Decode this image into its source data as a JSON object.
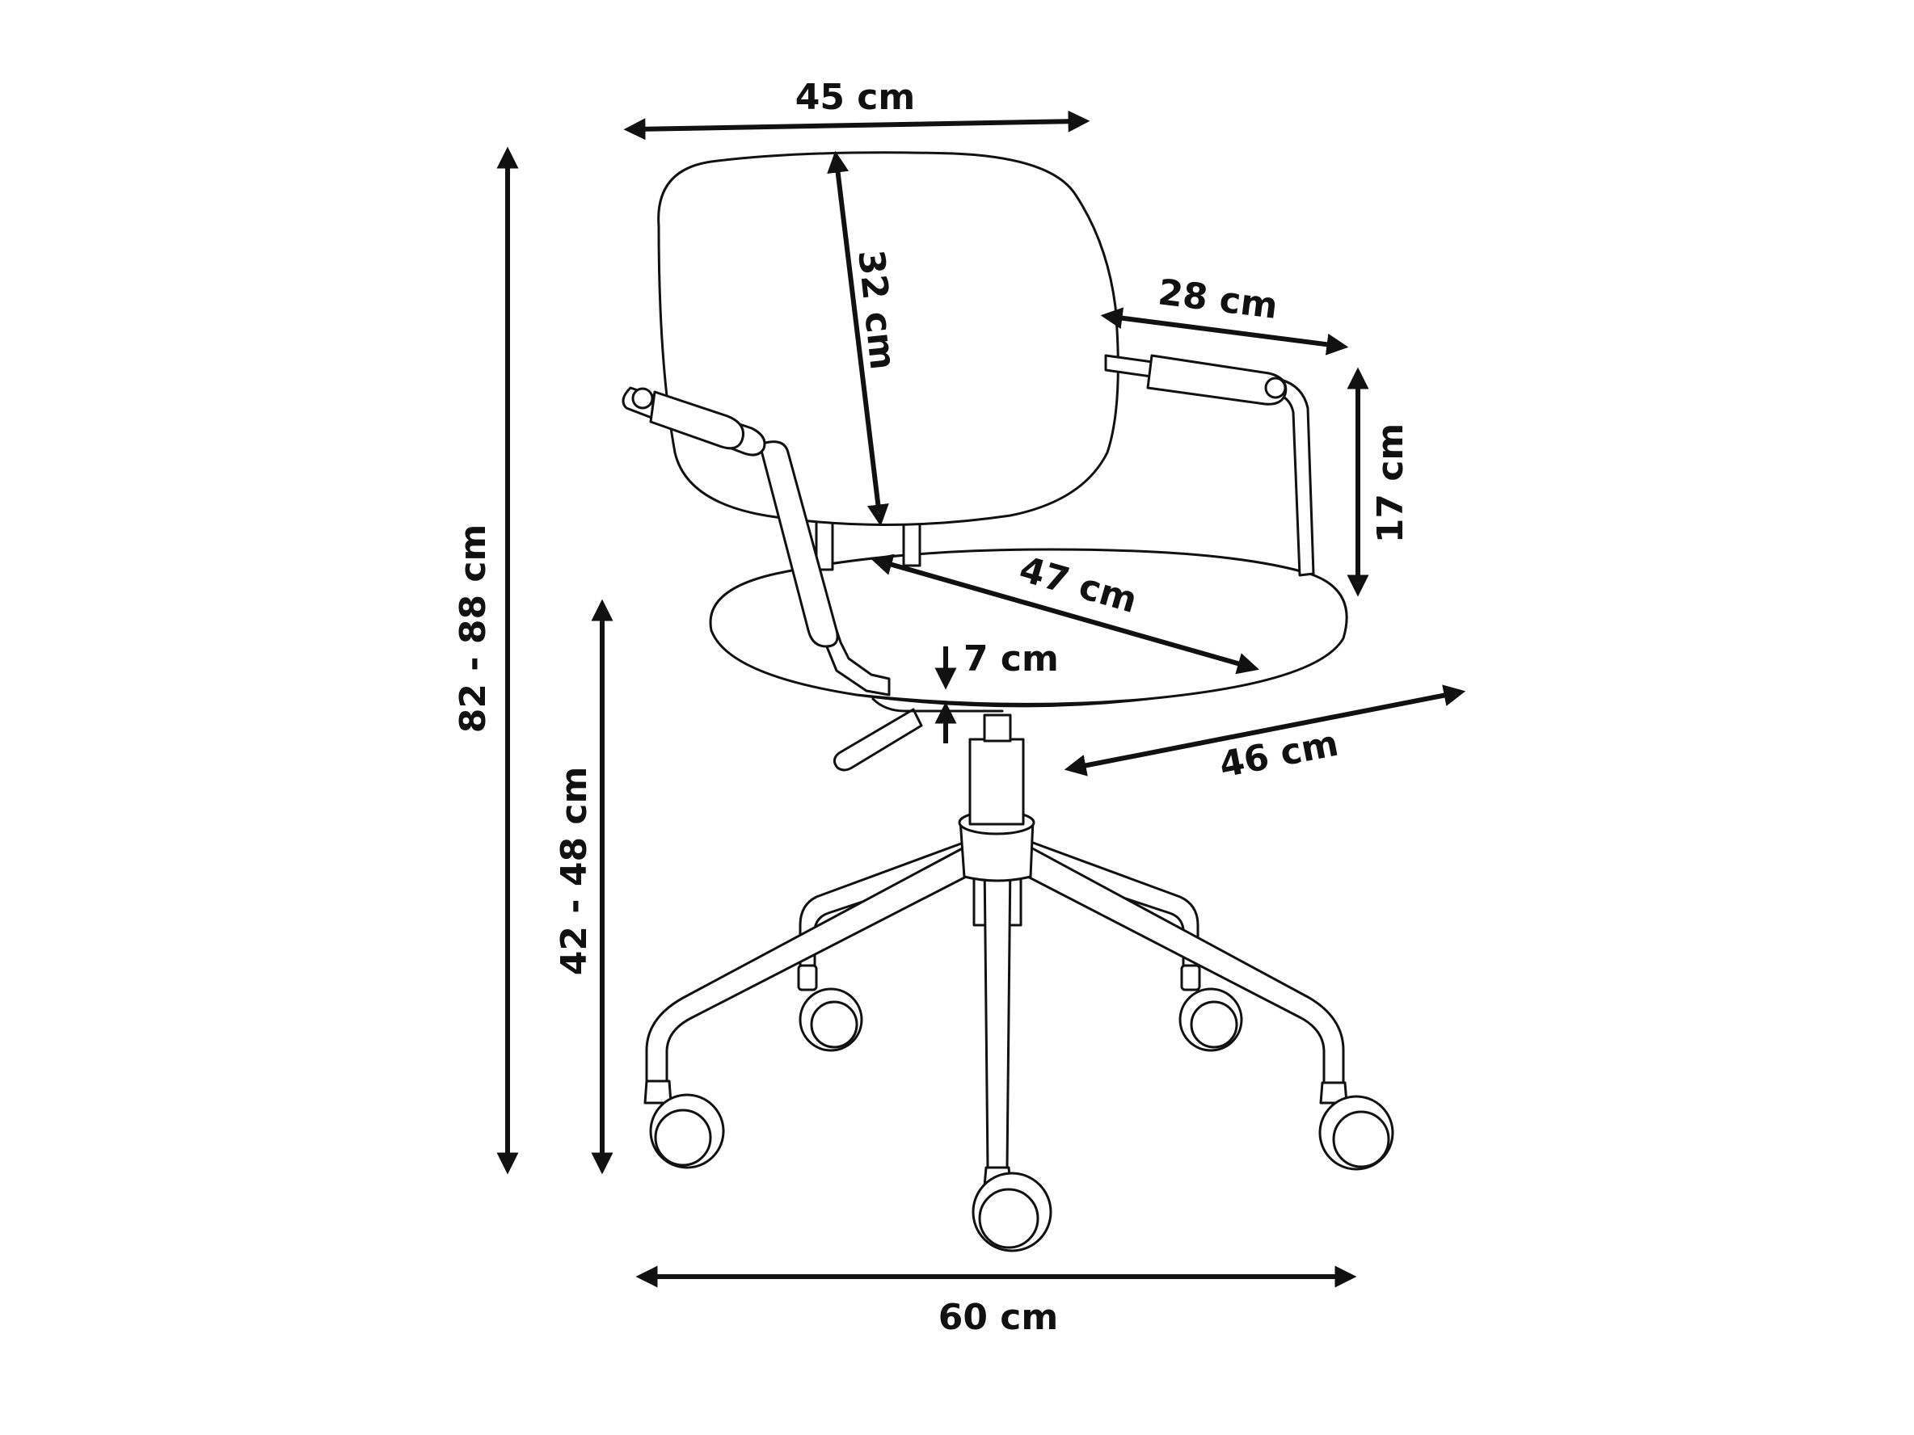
{
  "colors": {
    "line": "#111111",
    "background": "#ffffff"
  },
  "dimensions": {
    "total_width": "45 cm",
    "backrest_height": "32 cm",
    "armrest_depth": "28 cm",
    "armrest_height": "17 cm",
    "total_height": "82 - 88 cm",
    "seat_height": "42 - 48 cm",
    "seat_depth": "47 cm",
    "seat_thickness": "7 cm",
    "seat_width": "46 cm",
    "base_width": "60 cm"
  }
}
